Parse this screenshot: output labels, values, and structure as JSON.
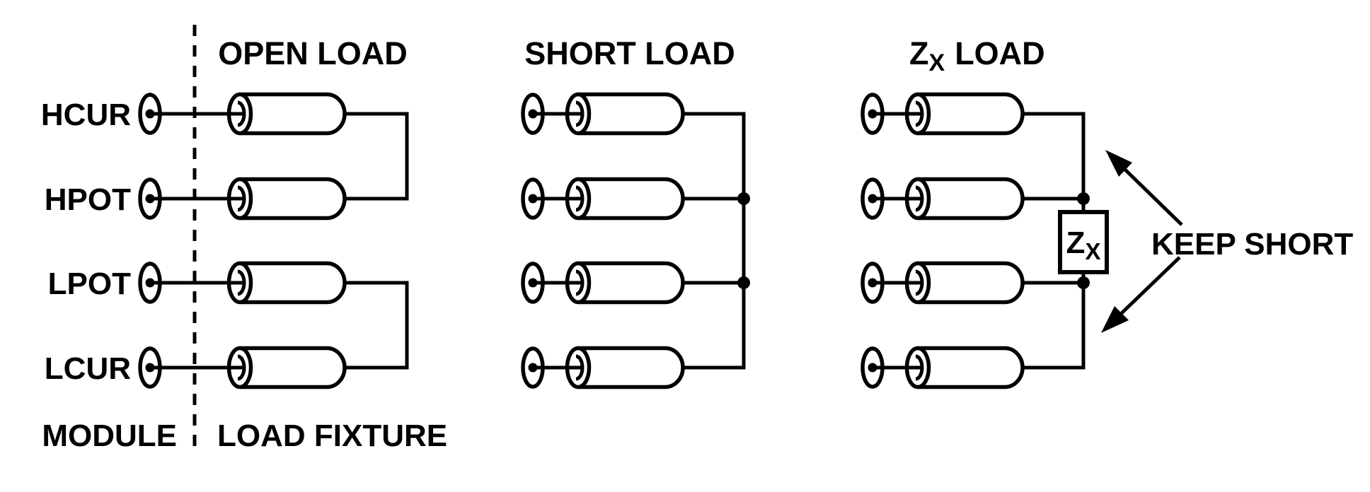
{
  "colors": {
    "ink": "#000000",
    "background": "#ffffff"
  },
  "module": {
    "label": "MODULE",
    "terminals": [
      {
        "label": "HCUR"
      },
      {
        "label": "HPOT"
      },
      {
        "label": "LPOT"
      },
      {
        "label": "LCUR"
      }
    ]
  },
  "load_fixture": {
    "label": "LOAD FIXTURE"
  },
  "configurations": [
    {
      "title": "OPEN LOAD"
    },
    {
      "title": "SHORT LOAD"
    },
    {
      "title_main": "Z",
      "title_sub": "X",
      "title_suffix": "LOAD"
    }
  ],
  "impedance_box": {
    "symbol_main": "Z",
    "symbol_sub": "X"
  },
  "annotation": {
    "label": "KEEP SHORT"
  }
}
